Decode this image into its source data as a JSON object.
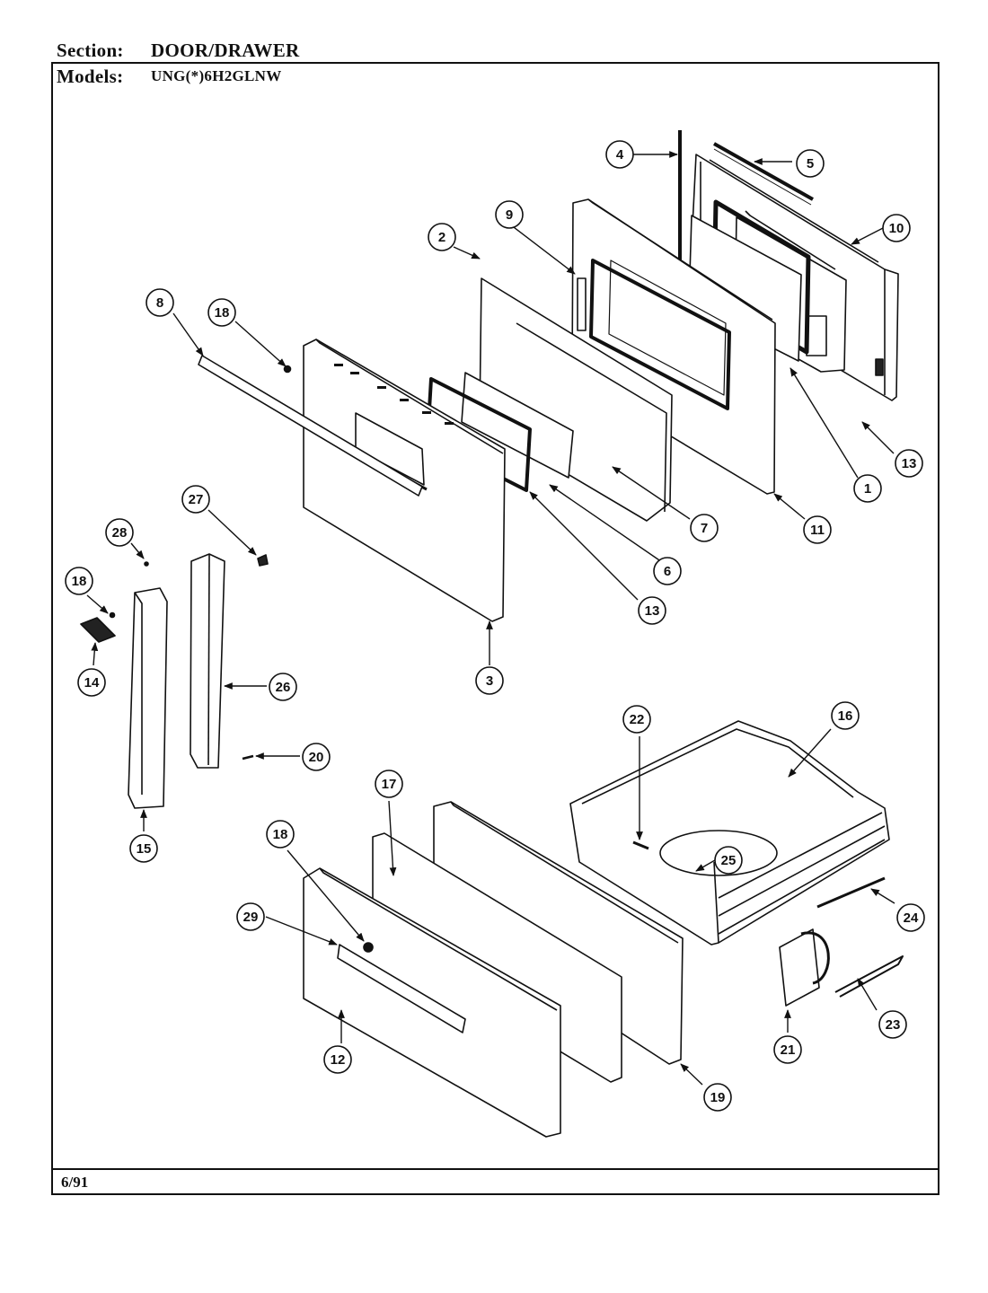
{
  "header": {
    "section_label": "Section:",
    "section_value": "DOOR/DRAWER",
    "models_label": "Models:",
    "models_value": "UNG(*)6H2GLNW"
  },
  "footer": {
    "date": "6/91"
  },
  "callouts": {
    "c1": "1",
    "c2": "2",
    "c3": "3",
    "c4": "4",
    "c5": "5",
    "c6": "6",
    "c7": "7",
    "c8": "8",
    "c9": "9",
    "c10": "10",
    "c11": "11",
    "c12": "12",
    "c13a": "13",
    "c13b": "13",
    "c14": "14",
    "c15": "15",
    "c16": "16",
    "c17": "17",
    "c18a": "18",
    "c18b": "18",
    "c18c": "18",
    "c19": "19",
    "c20": "20",
    "c21": "21",
    "c22": "22",
    "c23": "23",
    "c24": "24",
    "c25": "25",
    "c26": "26",
    "c27": "27",
    "c28": "28",
    "c29": "29"
  }
}
